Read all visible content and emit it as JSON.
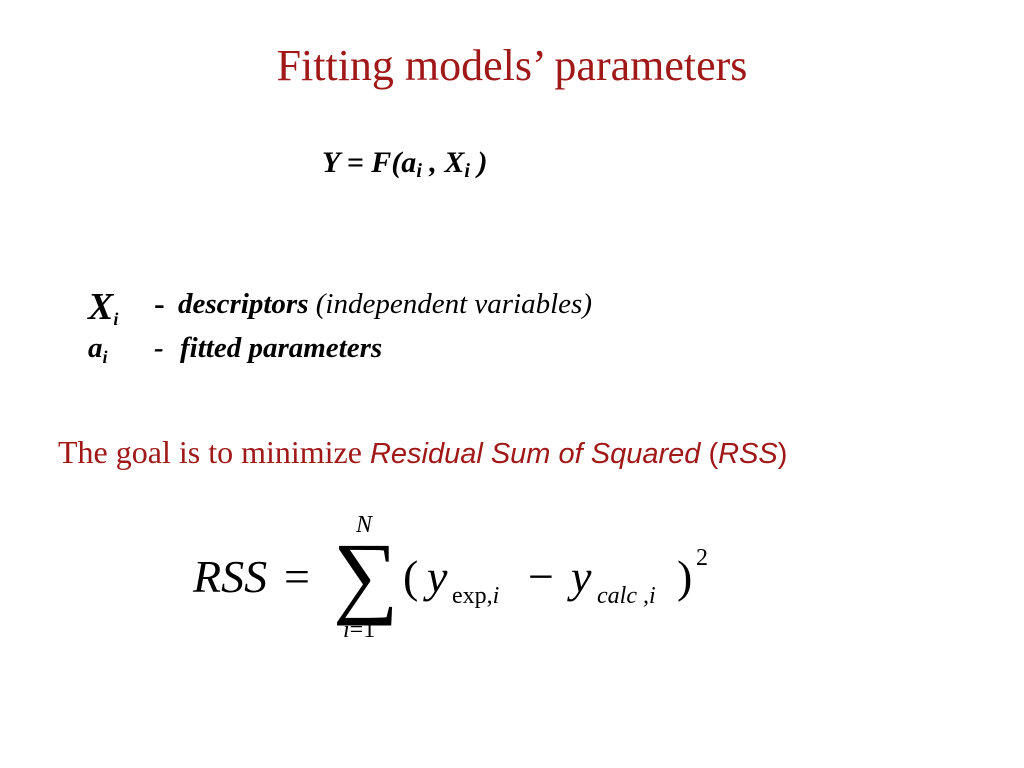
{
  "title": "Fitting models’ parameters",
  "model": {
    "lhs": "Y = F(a",
    "sub1": "i",
    "mid": " , X",
    "sub2": "i",
    "end": " )"
  },
  "definitions": [
    {
      "symbol": "X",
      "sub": "i",
      "dash": "-",
      "bold_text": "descriptors",
      "extra_text": " (independent variables)"
    },
    {
      "symbol": "a",
      "sub": "i",
      "dash": "-",
      "bold_text": "fitted parameters",
      "extra_text": ""
    }
  ],
  "goal": {
    "prefix": "The goal is to minimize ",
    "term": "Residual Sum of Squared",
    "open": " (",
    "abbr": "RSS",
    "close": ")"
  },
  "formula": {
    "lhs": "RSS",
    "equals": "=",
    "sum_symbol": "∑",
    "upper": "N",
    "lower_var": "i",
    "lower_rest": "=1",
    "lparen": "(",
    "y1": "y",
    "y1_sub_a": "exp,",
    "y1_sub_b": "i",
    "minus": "−",
    "y2": "y",
    "y2_sub": "calc ,i",
    "rparen": ")",
    "exponent": "2"
  },
  "colors": {
    "accent": "#a01818",
    "text": "#000000",
    "background": "#ffffff"
  }
}
